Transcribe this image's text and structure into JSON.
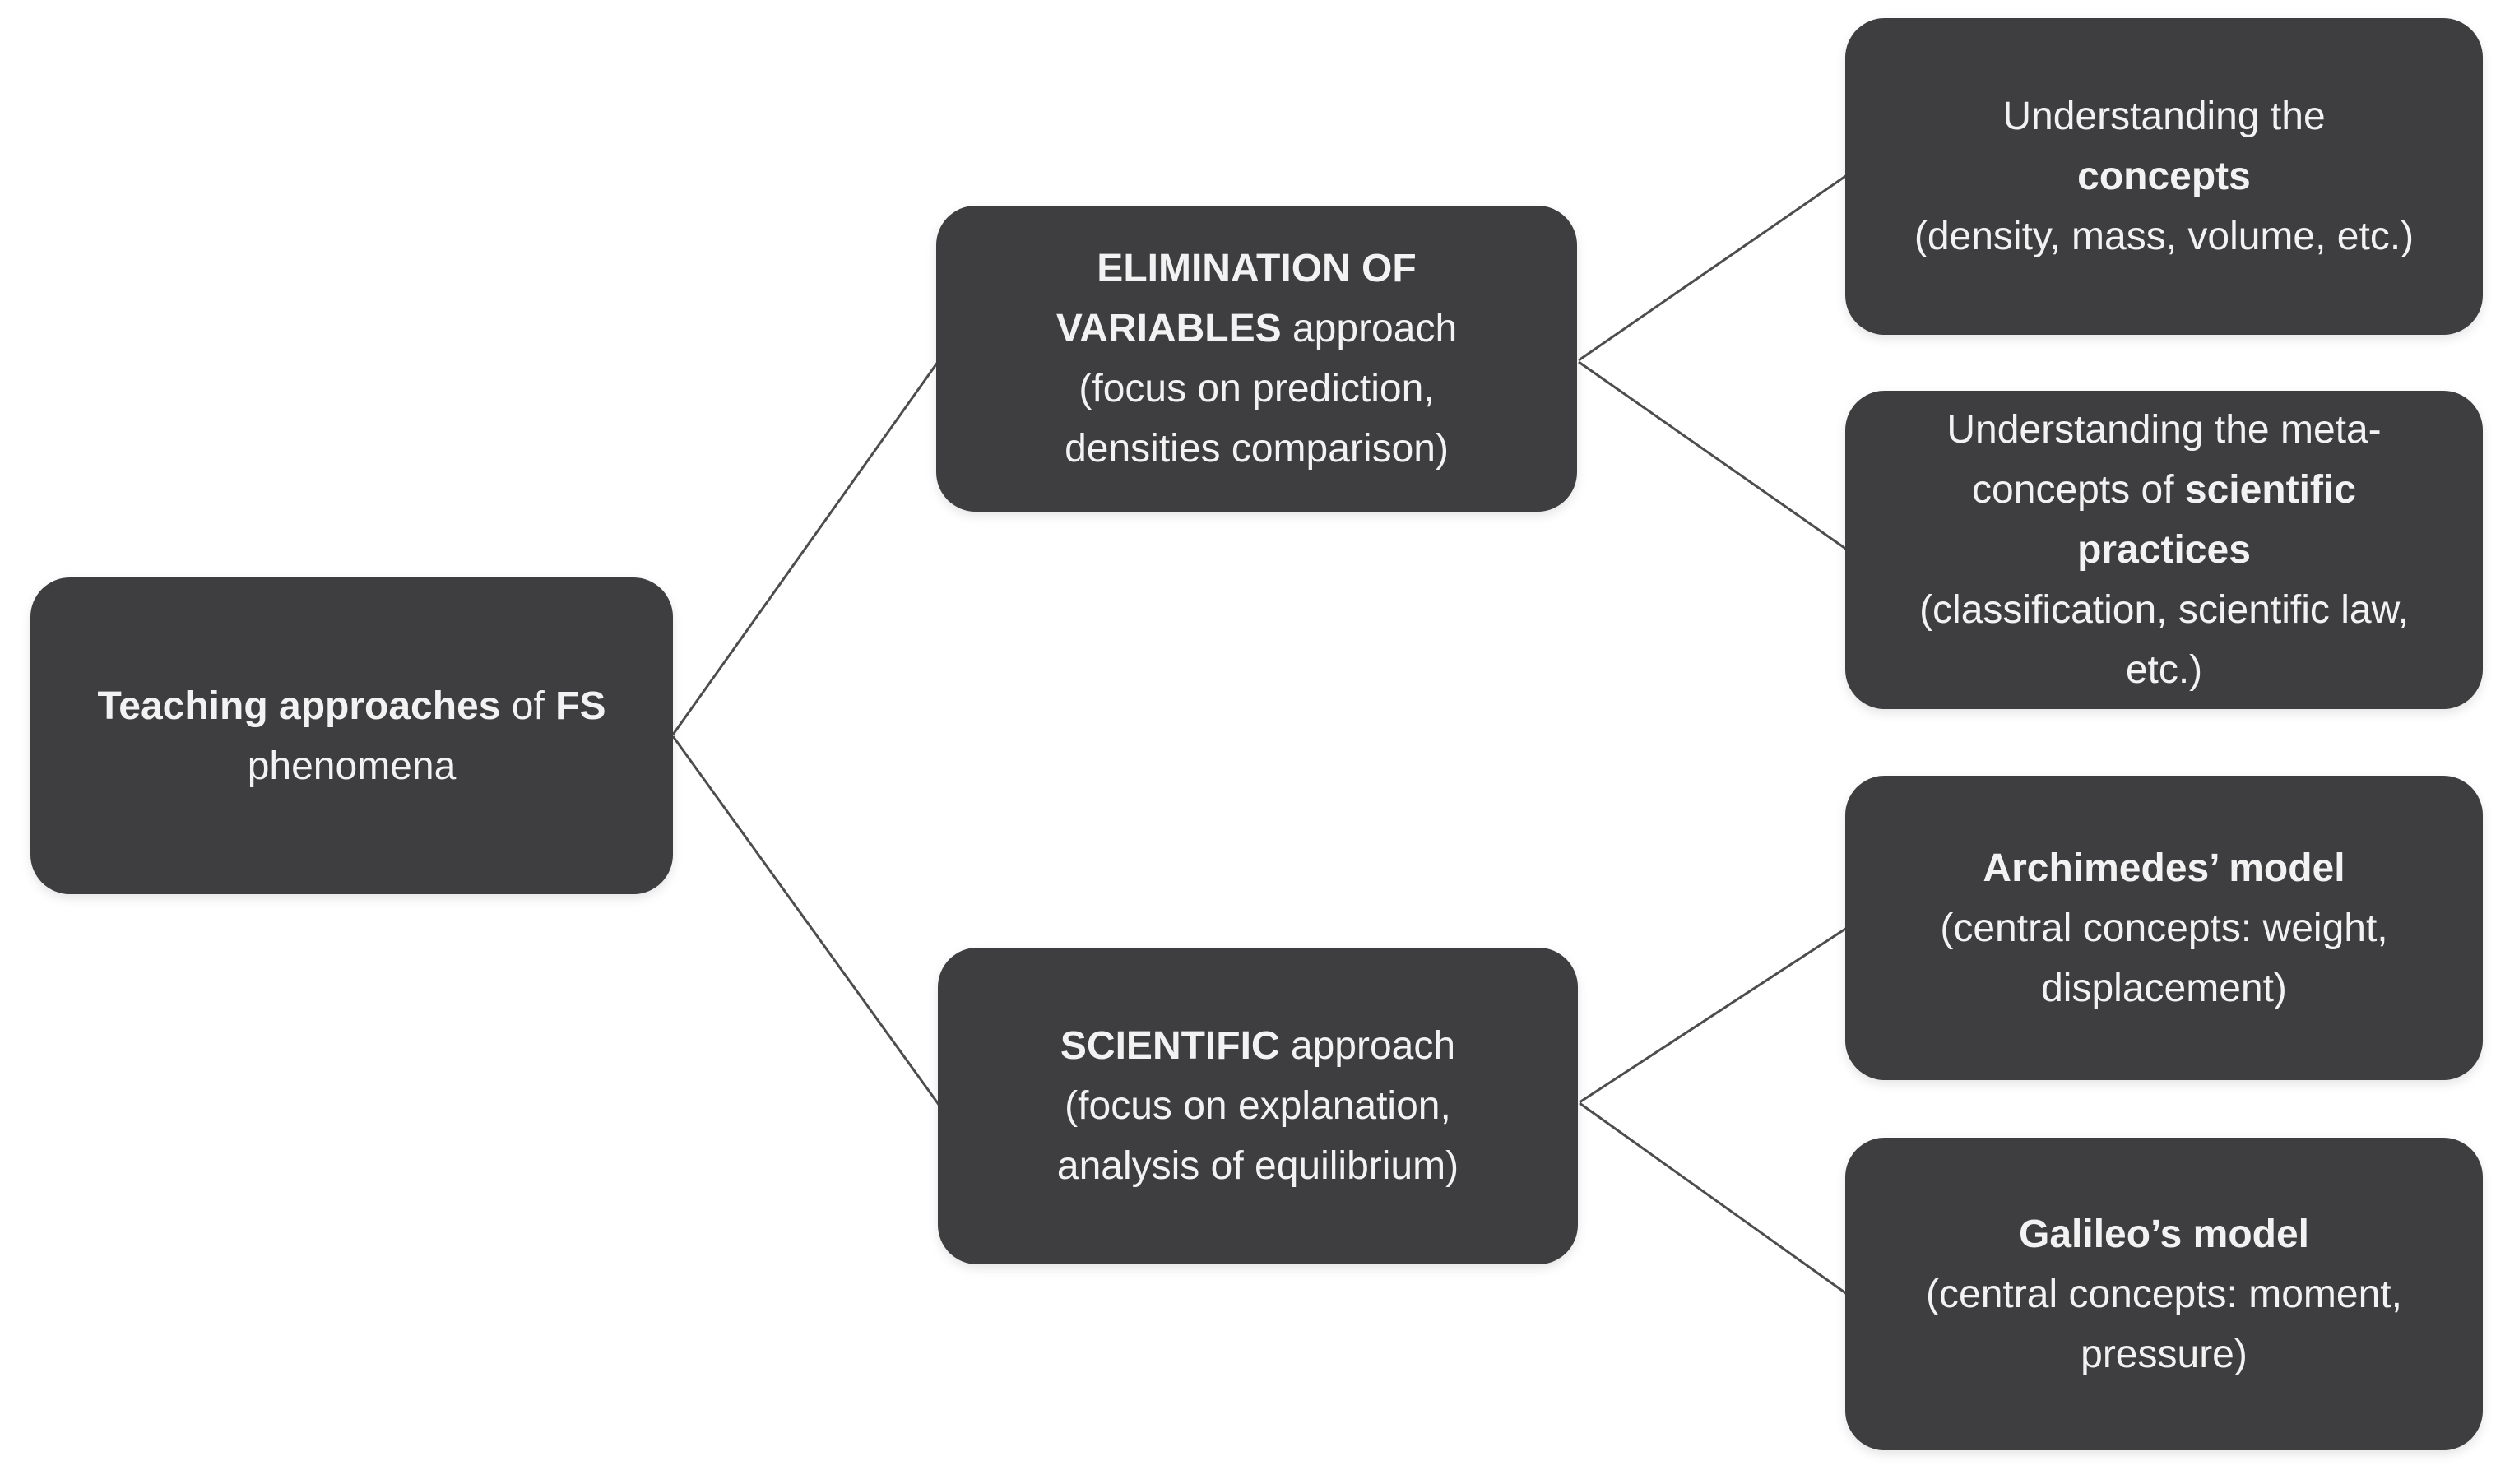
{
  "diagram": {
    "colors": {
      "background": "#ffffff",
      "node_fill": "#3e3e40",
      "node_text": "#f2f2f2",
      "connector": "#4d4d4d"
    },
    "nodes": [
      {
        "id": "teaching-approaches",
        "lines": [
          [
            {
              "t": "Teaching approaches",
              "b": true
            },
            {
              "t": " of ",
              "b": false
            },
            {
              "t": "FS",
              "b": true
            }
          ],
          [
            {
              "t": "phenomena",
              "b": false
            }
          ]
        ]
      },
      {
        "id": "elimination-of-variables-approach",
        "lines": [
          [
            {
              "t": "ELIMINATION OF",
              "b": true
            }
          ],
          [
            {
              "t": "VARIABLES",
              "b": true
            },
            {
              "t": " approach",
              "b": false
            }
          ],
          [
            {
              "t": "(focus on prediction,",
              "b": false
            }
          ],
          [
            {
              "t": "densities comparison)",
              "b": false
            }
          ]
        ]
      },
      {
        "id": "scientific-approach",
        "lines": [
          [
            {
              "t": "SCIENTIFIC",
              "b": true
            },
            {
              "t": " approach",
              "b": false
            }
          ],
          [
            {
              "t": "(focus on explanation,",
              "b": false
            }
          ],
          [
            {
              "t": "analysis of equilibrium)",
              "b": false
            }
          ]
        ]
      },
      {
        "id": "understanding-concepts",
        "lines": [
          [
            {
              "t": "Understanding the",
              "b": false
            }
          ],
          [
            {
              "t": "concepts",
              "b": true
            }
          ],
          [
            {
              "t": "(density, mass, volume, etc.)",
              "b": false
            }
          ]
        ]
      },
      {
        "id": "understanding-meta-concepts",
        "lines": [
          [
            {
              "t": "Understanding the meta-",
              "b": false
            }
          ],
          [
            {
              "t": "concepts of ",
              "b": false
            },
            {
              "t": "scientific",
              "b": true
            }
          ],
          [
            {
              "t": "practices",
              "b": true
            }
          ],
          [
            {
              "t": "(classification, scientific law,",
              "b": false
            }
          ],
          [
            {
              "t": "etc.)",
              "b": false
            }
          ]
        ]
      },
      {
        "id": "archimedes-model",
        "lines": [
          [
            {
              "t": "Archimedes’ model",
              "b": true
            }
          ],
          [
            {
              "t": "(central concepts: weight,",
              "b": false
            }
          ],
          [
            {
              "t": "displacement)",
              "b": false
            }
          ]
        ]
      },
      {
        "id": "galileo-model",
        "lines": [
          [
            {
              "t": "Galileo’s model",
              "b": true
            }
          ],
          [
            {
              "t": "(central concepts: moment,",
              "b": false
            }
          ],
          [
            {
              "t": "pressure)",
              "b": false
            }
          ]
        ]
      }
    ],
    "edges": [
      {
        "from": "teaching-approaches",
        "to": "elimination-of-variables-approach"
      },
      {
        "from": "teaching-approaches",
        "to": "scientific-approach"
      },
      {
        "from": "elimination-of-variables-approach",
        "to": "understanding-concepts"
      },
      {
        "from": "elimination-of-variables-approach",
        "to": "understanding-meta-concepts"
      },
      {
        "from": "scientific-approach",
        "to": "archimedes-model"
      },
      {
        "from": "scientific-approach",
        "to": "galileo-model"
      }
    ]
  }
}
